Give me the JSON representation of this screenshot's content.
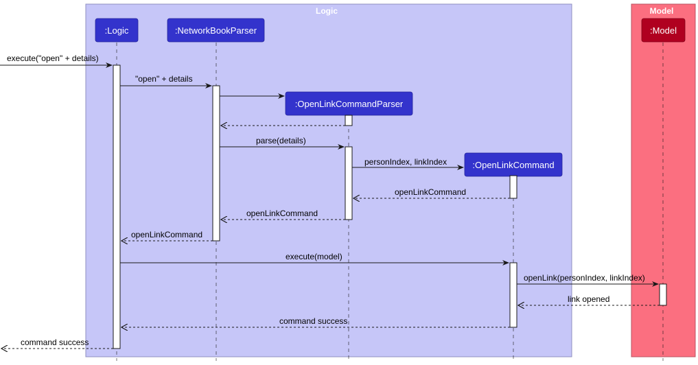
{
  "colors": {
    "logic_bg": "#c6c6f8",
    "model_bg": "#fb6f80",
    "participant_fill": "#3333cc",
    "model_participant_fill": "#b00020",
    "text": "#000000"
  },
  "packages": {
    "logic": {
      "title": "Logic"
    },
    "model": {
      "title": "Model"
    }
  },
  "participants": {
    "logic": ":Logic",
    "parser": ":NetworkBookParser",
    "olcp": ":OpenLinkCommandParser",
    "olc": ":OpenLinkCommand",
    "model": ":Model"
  },
  "messages": {
    "m1": "execute(\"open\" + details)",
    "m2": "\"open\" + details",
    "m3": "parse(details)",
    "m4": "personIndex, linkIndex",
    "m5": "openLinkCommand",
    "m6": "openLinkCommand",
    "m7": "openLinkCommand",
    "m8": "execute(model)",
    "m9": "openLink(personIndex, linkIndex)",
    "m10": "link opened",
    "m11": "command success",
    "m12": "command success"
  }
}
